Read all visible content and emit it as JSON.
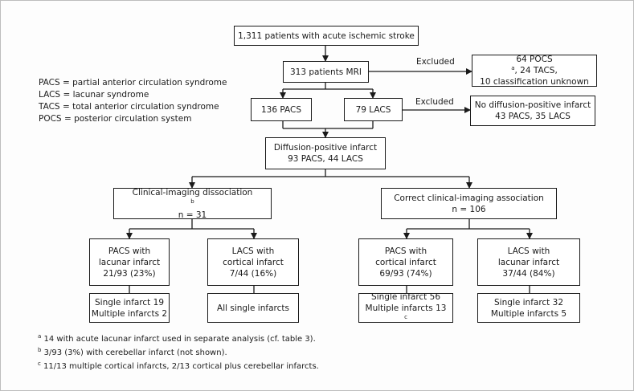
{
  "legend": [
    {
      "abbr": "PACS",
      "text": "= partial anterior circulation syndrome"
    },
    {
      "abbr": "LACS",
      "text": "= lacunar syndrome"
    },
    {
      "abbr": "TACS",
      "text": "= total anterior circulation syndrome"
    },
    {
      "abbr": "POCS",
      "text": "= posterior circulation system"
    }
  ],
  "boxes": {
    "total": {
      "line1": "1,311 patients with acute ischemic stroke"
    },
    "mri": {
      "line1": "313 patients MRI"
    },
    "excluded1": {
      "line1a": "64 POCS",
      "sup": "a",
      "line1b": ", 24 TACS,",
      "line2": "10 classification unknown"
    },
    "pacs": {
      "line1": "136 PACS"
    },
    "lacs": {
      "line1": "79 LACS"
    },
    "excluded2": {
      "line1": "No diffusion-positive infarct",
      "line2": "43 PACS, 35 LACS"
    },
    "diffusion": {
      "line1": "Diffusion-positive infarct",
      "line2": "93 PACS, 44 LACS"
    },
    "dissociation": {
      "line1": "Clinical-imaging dissociation",
      "sup": "b",
      "line2": "n = 31"
    },
    "association": {
      "line1": "Correct clinical-imaging association",
      "line2": "n = 106"
    },
    "pacs_lacunar": {
      "line1": "PACS with",
      "line2": "lacunar infarct",
      "line3": "21/93 (23%)"
    },
    "lacs_cortical": {
      "line1": "LACS with",
      "line2": "cortical infarct",
      "line3": "7/44 (16%)"
    },
    "pacs_cortical": {
      "line1": "PACS with",
      "line2": "cortical infarct",
      "line3": "69/93 (74%)"
    },
    "lacs_lacunar": {
      "line1": "LACS with",
      "line2": "lacunar infarct",
      "line3": "37/44 (84%)"
    },
    "out1": {
      "line1": "Single infarct 19",
      "line2": "Multiple infarcts 2"
    },
    "out2": {
      "line1": "All single infarcts"
    },
    "out3": {
      "line1": "Single infarct 56",
      "line2": "Multiple infarcts 13",
      "sup": "c"
    },
    "out4": {
      "line1": "Single infarct 32",
      "line2": "Multiple infarcts 5"
    }
  },
  "excluded_label_1": "Excluded",
  "excluded_label_2": "Excluded",
  "footnotes": [
    {
      "mark": "a",
      "text": "14 with acute lacunar infarct used in separate analysis (cf. table 3)."
    },
    {
      "mark": "b",
      "text": "3/93 (3%) with cerebellar infarct (not shown)."
    },
    {
      "mark": "c",
      "text": "11/13 multiple cortical infarcts, 2/13 cortical plus cerebellar infarcts."
    }
  ]
}
